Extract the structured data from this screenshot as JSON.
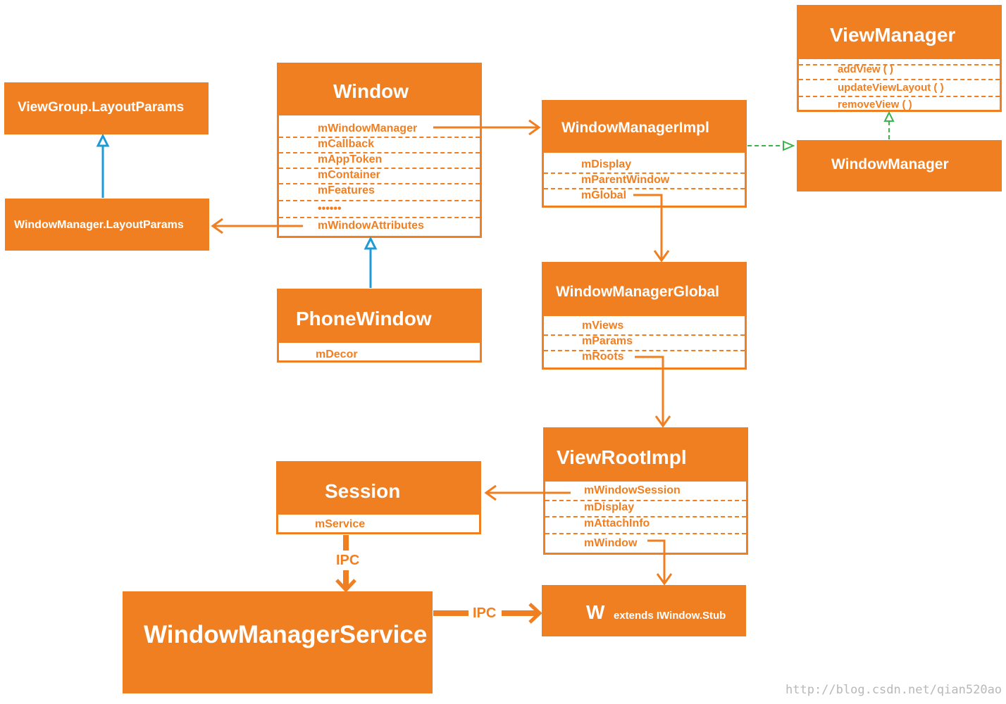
{
  "colors": {
    "primary": "#F07F22",
    "inherit_line": "#1E9BD7",
    "implements_line": "#3BB44A",
    "text_light": "#ffffff"
  },
  "viewgroup_layoutparams": {
    "title": "ViewGroup.LayoutParams"
  },
  "windowmanager_layoutparams": {
    "title": "WindowManager.LayoutParams"
  },
  "window": {
    "title": "Window",
    "fields": [
      "mWindowManager",
      "mCallback",
      "mAppToken",
      "mContainer",
      "mFeatures",
      "••••••",
      "mWindowAttributes"
    ]
  },
  "phone_window": {
    "title": "PhoneWindow",
    "fields": [
      "mDecor"
    ]
  },
  "windowmanager_impl": {
    "title": "WindowManagerImpl",
    "fields": [
      "mDisplay",
      "mParentWindow",
      "mGlobal"
    ]
  },
  "view_manager": {
    "title": "ViewManager",
    "methods": [
      "addView ( )",
      "updateViewLayout ( )",
      "removeView ( )"
    ]
  },
  "window_manager": {
    "title": "WindowManager"
  },
  "windowmanager_global": {
    "title": "WindowManagerGlobal",
    "fields": [
      "mViews",
      "mParams",
      "mRoots"
    ]
  },
  "view_root_impl": {
    "title": "ViewRootImpl",
    "fields": [
      "mWindowSession",
      "mDisplay",
      "mAttachInfo",
      "mWindow"
    ]
  },
  "session": {
    "title": "Session",
    "fields": [
      "mService"
    ]
  },
  "wms": {
    "title": "WindowManagerService"
  },
  "w_class": {
    "title": "W",
    "subtitle": "extends IWindow.Stub"
  },
  "ipc_labels": {
    "vertical": "IPC",
    "horizontal": "IPC"
  },
  "watermark": "http://blog.csdn.net/qian520ao"
}
